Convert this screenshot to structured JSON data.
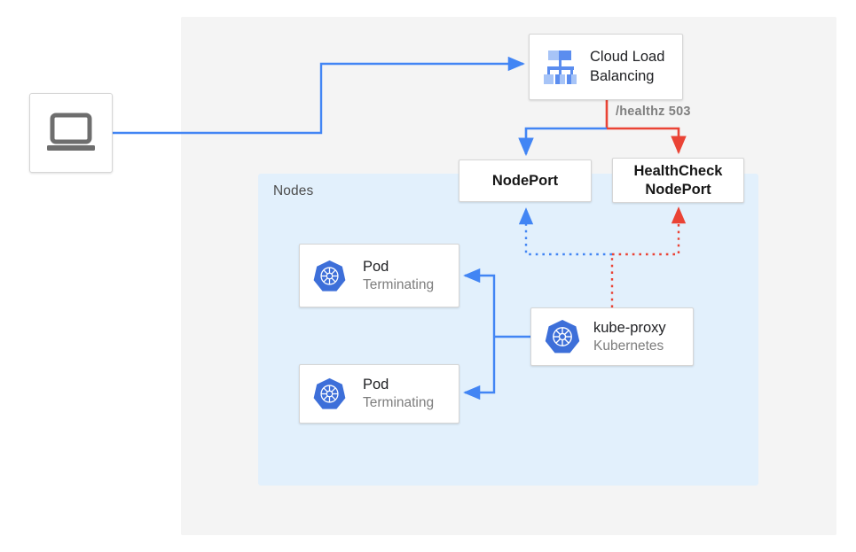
{
  "diagram": {
    "title": "Kubernetes NodePort health check failover diagram",
    "colors": {
      "blue_wire": "#4285f4",
      "red_wire": "#ea4335",
      "nodes_region": "#e2f0fc",
      "outer_region": "#f4f4f4",
      "k8s_blue": "#3d6fd9",
      "lb_blue_dark": "#5b8def",
      "lb_blue_light": "#a7c4f7",
      "laptop_gray": "#6e6e6e"
    },
    "regions": {
      "outer": {
        "label": ""
      },
      "nodes": {
        "label": "Nodes"
      }
    },
    "nodes": {
      "client": {
        "icon": "laptop-icon",
        "label": ""
      },
      "load_balancer": {
        "icon": "cloud-load-balancing-icon",
        "title": "Cloud Load Balancing"
      },
      "nodeport": {
        "label": "NodePort"
      },
      "healthcheck_nodeport": {
        "label_line1": "HealthCheck",
        "label_line2": "NodePort"
      },
      "kube_proxy": {
        "icon": "kubernetes-icon",
        "title": "kube-proxy",
        "subtitle": "Kubernetes"
      },
      "pod1": {
        "icon": "kubernetes-icon",
        "title": "Pod",
        "subtitle": "Terminating"
      },
      "pod2": {
        "icon": "kubernetes-icon",
        "title": "Pod",
        "subtitle": "Terminating"
      }
    },
    "edges": {
      "healthz": {
        "label": "/healthz 503"
      }
    }
  }
}
